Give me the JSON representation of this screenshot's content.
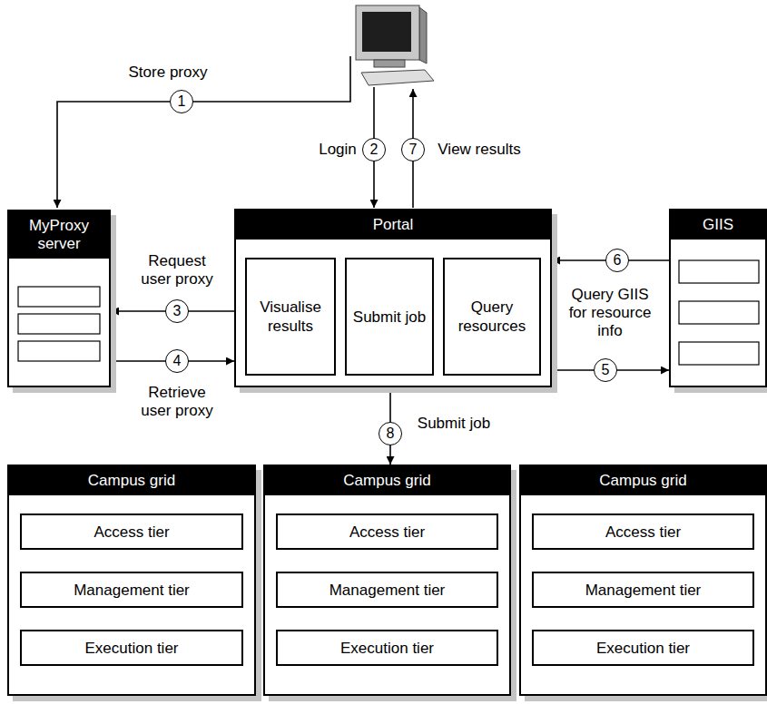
{
  "diagram": {
    "nodes": [
      {
        "text": [
          "MyProxy server"
        ]
      },
      {
        "text": [
          "Portal"
        ]
      },
      {
        "text": [
          "Visualise results"
        ],
        "in": 1
      },
      {
        "text": [
          "Submit job"
        ],
        "in": 1
      },
      {
        "text": [
          "Query resources"
        ],
        "in": 1
      },
      {
        "text": [
          "GIIS"
        ]
      },
      {
        "text": [
          "Campus grid"
        ]
      },
      {
        "text": [
          "Access tier"
        ],
        "in": 6
      },
      {
        "text": [
          "Management tier"
        ],
        "in": 6
      },
      {
        "text": [
          "Execution tier"
        ],
        "in": 6
      },
      {
        "text": [
          "Campus grid"
        ]
      },
      {
        "text": [
          "Access tier"
        ],
        "in": 10
      },
      {
        "text": [
          "Management tier"
        ],
        "in": 10
      },
      {
        "text": [
          "Execution tier"
        ],
        "in": 10
      },
      {
        "text": [
          "Campus grid"
        ]
      },
      {
        "text": [
          "Access tier"
        ],
        "in": 14
      },
      {
        "text": [
          "Management tier"
        ],
        "in": 14
      },
      {
        "text": [
          "Execution tier"
        ],
        "in": 14
      }
    ],
    "edges": [
      {
        "from": 1,
        "to": 0,
        "label": "Request user proxy",
        "arrow": "to"
      },
      {
        "from": 0,
        "to": 1,
        "label": "Retrieve user proxy",
        "arrow": "to"
      },
      {
        "from": 1,
        "to": 5,
        "label": "Query GIIS for resource info",
        "arrow": "to"
      },
      {
        "from": 5,
        "to": 1,
        "arrow": "to"
      },
      {
        "from": 1,
        "to": 10,
        "label": "Submit job",
        "arrow": "to"
      }
    ],
    "labels": [
      "1",
      "Store proxy",
      "2",
      "Login",
      "7",
      "View results",
      "3",
      "4",
      "5",
      "6",
      "8"
    ]
  }
}
